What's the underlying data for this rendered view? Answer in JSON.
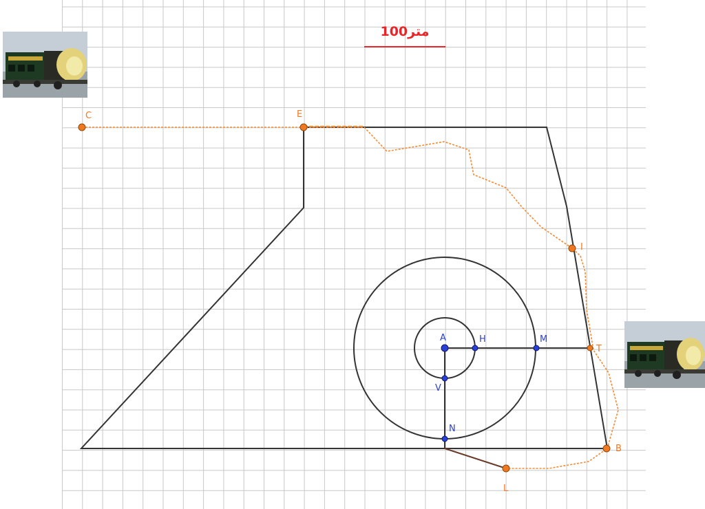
{
  "scale_bar": {
    "label": "100متر",
    "color": "#e8262a"
  },
  "colors": {
    "grid": "#c8c8c8",
    "outline": "#333333",
    "path": "#f58a32",
    "orange_point": "#f07820",
    "blue_point": "#2a3fd6",
    "blue_label": "#2a3fd6",
    "orange_label": "#f07820",
    "segment_NL": "#6a3a2a"
  },
  "points": {
    "C": "C",
    "E": "E",
    "I": "I",
    "T": "T",
    "B": "B",
    "L": "L",
    "A": "A",
    "H": "H",
    "M": "M",
    "V": "V",
    "N": "N"
  },
  "icons": {
    "train": "train-icon"
  }
}
